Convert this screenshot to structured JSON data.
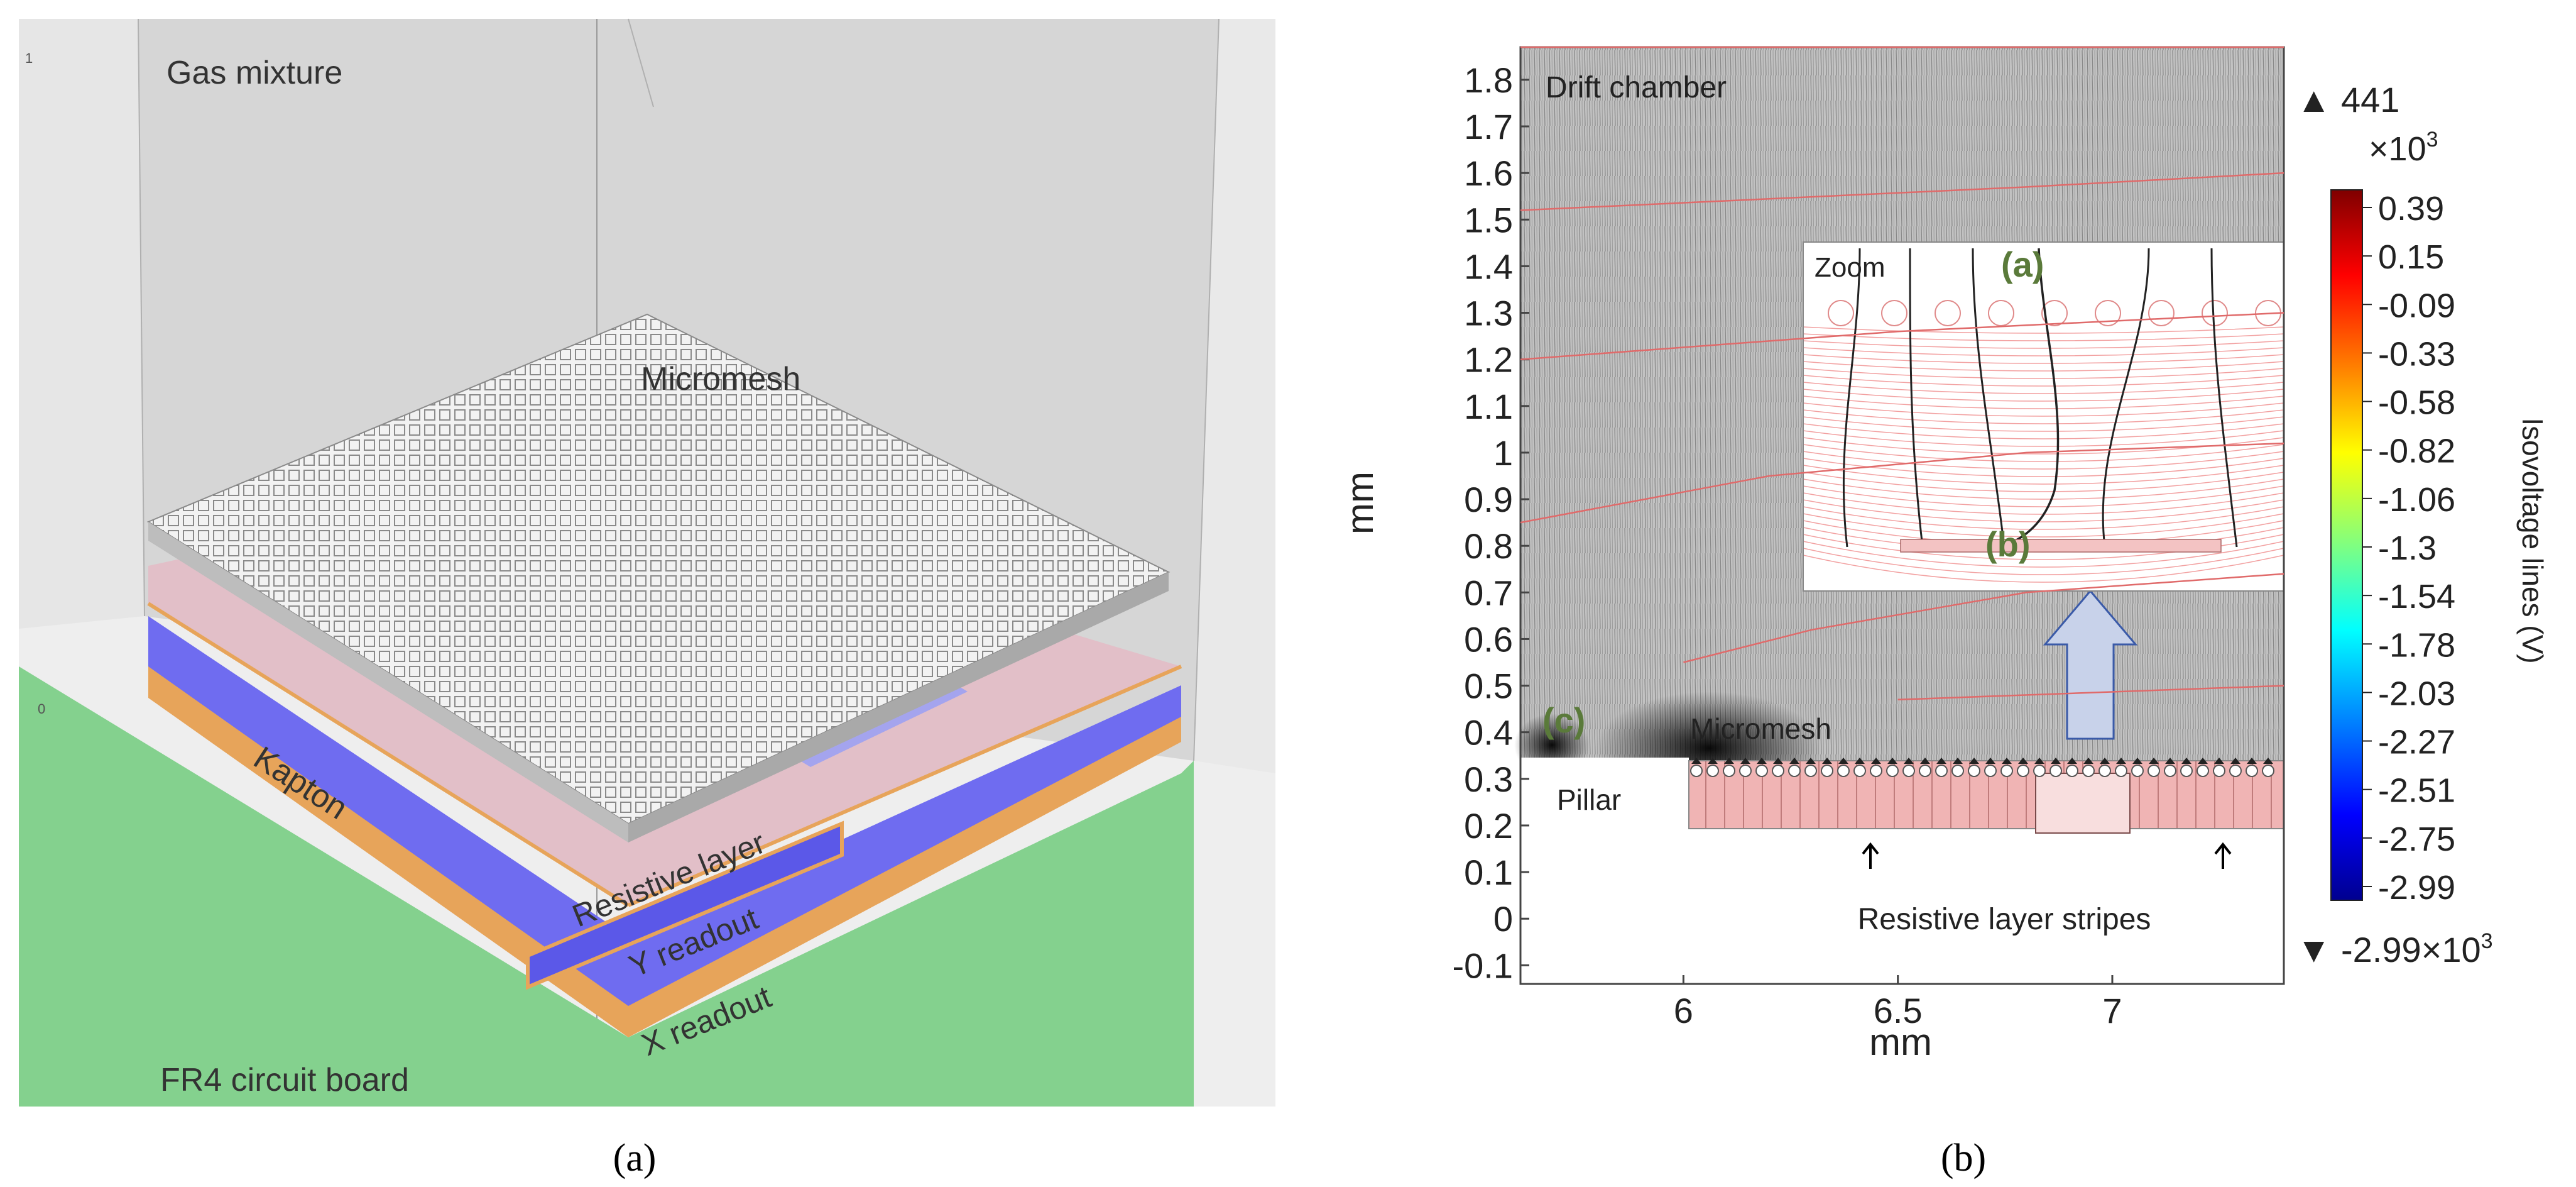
{
  "panel_a": {
    "caption": "(a)",
    "tick_top": "1",
    "tick_mid": "0",
    "labels": {
      "gas_mixture": "Gas mixture",
      "micromesh": "Micromesh",
      "kapton": "Kapton",
      "resistive_layer": "Resistive layer",
      "y_readout": "Y readout",
      "x_readout": "X readout",
      "fr4": "FR4 circuit board"
    },
    "colors": {
      "gas": "#d6d6d6",
      "board": "#84d18e",
      "kapton": "#6f6cf0",
      "resistive": "#e2bfc8",
      "copper": "#e7a45a"
    }
  },
  "panel_b": {
    "caption": "(b)",
    "labels": {
      "drift_chamber": "Drift chamber",
      "zoom": "Zoom",
      "marker_a": "(a)",
      "marker_b": "(b)",
      "marker_c": "(c)",
      "micromesh": "Micromesh",
      "pillar": "Pillar",
      "stripes": "Resistive layer stripes"
    },
    "colorbar": {
      "title": "Isovoltage lines (V)",
      "max_label": "▲ 441",
      "multiplier_exp": "3",
      "min_label": "▼ -2.99×10",
      "min_exp": "3",
      "ticks": [
        "0.39",
        "0.15",
        "-0.09",
        "-0.33",
        "-0.58",
        "-0.82",
        "-1.06",
        "-1.3",
        "-1.54",
        "-1.78",
        "-2.03",
        "-2.27",
        "-2.51",
        "-2.75",
        "-2.99"
      ],
      "colors": [
        "#7f0000",
        "#ff0000",
        "#ff8000",
        "#ffff00",
        "#80ff80",
        "#00ffff",
        "#0080ff",
        "#0000ff",
        "#00008f"
      ]
    }
  },
  "chart_data": {
    "type": "line",
    "xlabel": "mm",
    "ylabel": "mm",
    "xlim": [
      5.62,
      7.4
    ],
    "ylim": [
      -0.14,
      1.87
    ],
    "x_ticks": [
      "6",
      "6.5",
      "7"
    ],
    "y_ticks": [
      "1.8",
      "1.7",
      "1.6",
      "1.5",
      "1.4",
      "1.3",
      "1.2",
      "1.1",
      "1",
      "0.9",
      "0.8",
      "0.7",
      "0.6",
      "0.5",
      "0.4",
      "0.3",
      "0.2",
      "0.1",
      "0",
      "-0.1"
    ],
    "series": [
      {
        "values": [
          [
            5.62,
            1.87
          ],
          [
            7.4,
            1.87
          ]
        ]
      },
      {
        "values": [
          [
            5.62,
            1.52
          ],
          [
            6.8,
            1.57
          ],
          [
            7.4,
            1.6
          ]
        ]
      },
      {
        "values": [
          [
            5.62,
            1.2
          ],
          [
            6.5,
            1.26
          ],
          [
            7.4,
            1.3
          ]
        ]
      },
      {
        "values": [
          [
            5.62,
            0.85
          ],
          [
            6.2,
            0.95
          ],
          [
            6.8,
            1.0
          ],
          [
            7.4,
            1.02
          ]
        ]
      },
      {
        "values": [
          [
            6.0,
            0.55
          ],
          [
            6.3,
            0.62
          ],
          [
            6.8,
            0.7
          ],
          [
            7.4,
            0.74
          ]
        ]
      },
      {
        "values": [
          [
            6.5,
            0.47
          ],
          [
            7.4,
            0.5
          ]
        ]
      }
    ]
  }
}
